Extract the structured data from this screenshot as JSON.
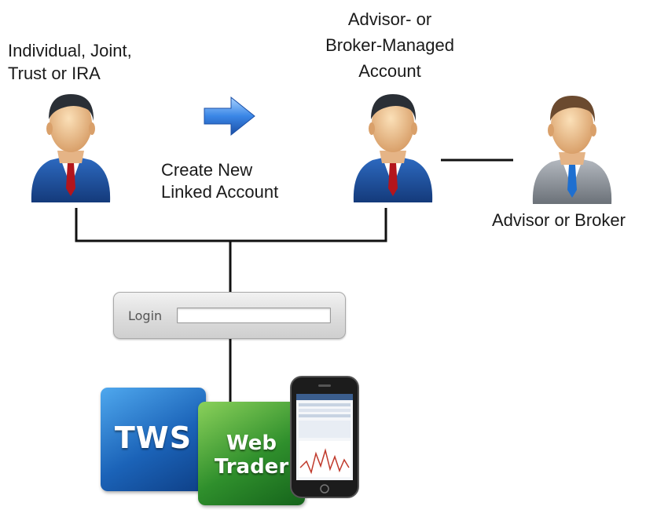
{
  "labels": {
    "account_holder": "Individual, Joint,\nTrust or IRA",
    "managed_account": "Advisor- or\nBroker-Managed\nAccount",
    "create_action": "Create New\nLinked Account",
    "advisor": "Advisor or Broker"
  },
  "login": {
    "label": "Login",
    "value": ""
  },
  "platforms": {
    "tws": "TWS",
    "webtrader": "Web\nTrader"
  },
  "icons": {
    "person_blue": "person-blue-suit-icon",
    "person_gray": "person-gray-suit-icon",
    "arrow": "right-arrow-icon",
    "phone": "smartphone-icon"
  },
  "colors": {
    "suit_blue": "#1f4f9c",
    "suit_gray": "#8a8f96",
    "arrow_blue": "#3a86e6",
    "tws_blue": "#1b63b8",
    "webtrader_green": "#2f8f2c",
    "line": "#111111"
  }
}
